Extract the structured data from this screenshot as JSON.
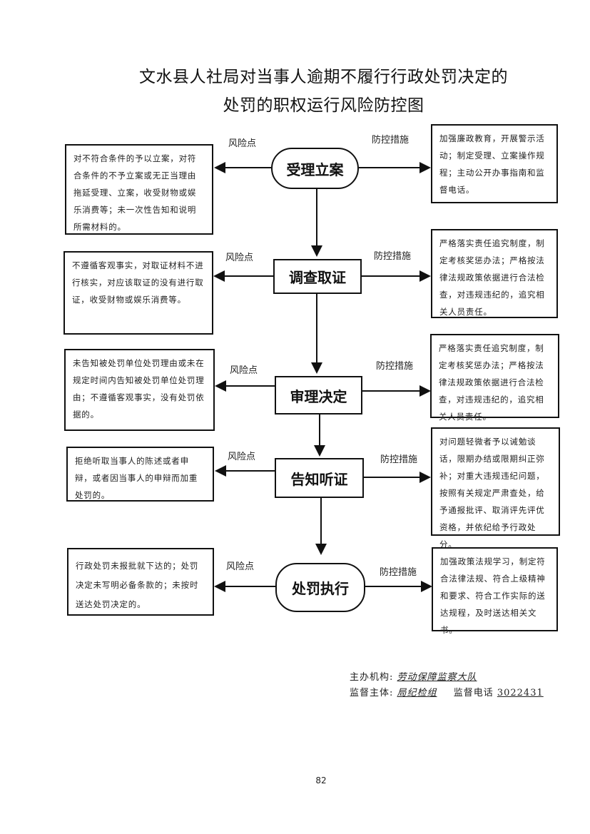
{
  "title": {
    "line1": "文水县人社局对当事人逾期不履行行政处罚决定的",
    "line2": "处罚的职权运行风险防控图"
  },
  "labels": {
    "risk": "风险点",
    "control": "防控措施"
  },
  "steps": [
    {
      "name": "受理立案",
      "shape": "rounded",
      "risk": "对不符合条件的予以立案，对符合条件的不予立案或无正当理由拖延受理、立案，收受财物或娱乐消费等；未一次性告知和说明所需材料的。",
      "control": "加强廉政教育，开展警示活动；制定受理、立案操作规程；主动公开办事指南和监督电话。"
    },
    {
      "name": "调查取证",
      "shape": "rect",
      "risk": "不遵循客观事实，对取证材料不进行核实，对应该取证的没有进行取证，收受财物或娱乐消费等。",
      "control": "严格落实责任追究制度，制定考核奖惩办法；严格按法律法规政策依据进行合法检查，对违规违纪的，追究相关人员责任。"
    },
    {
      "name": "审理决定",
      "shape": "rect",
      "risk": "未告知被处罚单位处罚理由或未在规定时间内告知被处罚单位处罚理由；不遵循客观事实，没有处罚依据的。",
      "control": "严格落实责任追究制度，制定考核奖惩办法；严格按法律法规政策依据进行合法检查，对违规违纪的，追究相关人员责任。"
    },
    {
      "name": "告知听证",
      "shape": "rect",
      "risk": "拒绝听取当事人的陈述或者申辩，或者因当事人的申辩而加重处罚的。",
      "control": "对问题轻微者予以诫勉谈话，限期办结或限期纠正弥补；对重大违规违纪问题，按照有关规定严肃查处，给予通报批评、取消评先评优资格，并依纪给予行政处分。"
    },
    {
      "name": "处罚执行",
      "shape": "rounded",
      "risk": "行政处罚未报批就下达的；处罚决定未写明必备条款的；未按时送达处罚决定的。",
      "control": "加强政策法规学习，制定符合法律法规、符合上级精神和要求、符合工作实际的送达规程，及时送达相关文书。"
    }
  ],
  "footer": {
    "host_label": "主办机构:",
    "host_value": "劳动保障监察大队",
    "supervisor_label": "监督主体:",
    "supervisor_value": "局纪检组",
    "phone_label": "监督电话",
    "phone_value": "3022431"
  },
  "page_number": "82"
}
